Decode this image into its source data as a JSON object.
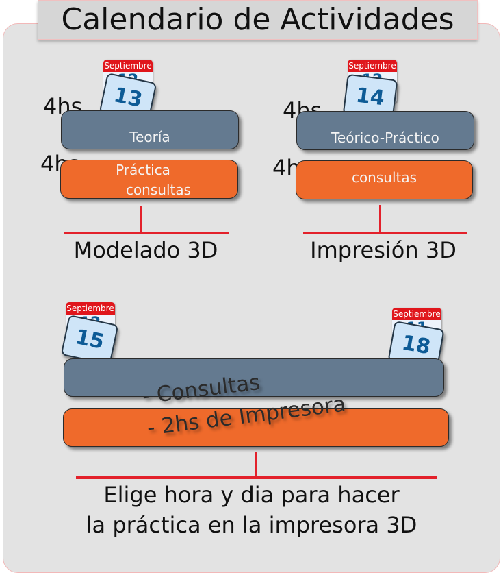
{
  "title": "Calendario de Actividades",
  "month": "Septiembre",
  "sessions": [
    {
      "calendar_prev_day": "12",
      "calendar_day": "13",
      "top_hours": "4hs",
      "top_bar": "Teoría",
      "bottom_hours": "4hs",
      "bottom_bar_line1": "Práctica",
      "bottom_bar_line2": "consultas",
      "label": "Modelado 3D"
    },
    {
      "calendar_prev_day": "12",
      "calendar_day": "14",
      "top_hours": "4hs",
      "top_bar": "Teórico-Práctico",
      "bottom_hours": "4hs",
      "bottom_bar": "consultas",
      "label": "Impresión 3D"
    }
  ],
  "range": {
    "start_prev_day": "12",
    "start_day": "15",
    "end_prev_day": "11",
    "end_day": "18",
    "line1": "- Consultas",
    "line2": "- 2hs de Impresora",
    "caption_line1": "Elige hora y dia para hacer",
    "caption_line2": "la práctica en la impresora 3D"
  },
  "colors": {
    "grey_bar": "#647a90",
    "orange_bar": "#ef6a2b",
    "red_line": "#e3212b",
    "calendar_header": "#e0161c",
    "calendar_number": "#0d5b96"
  }
}
